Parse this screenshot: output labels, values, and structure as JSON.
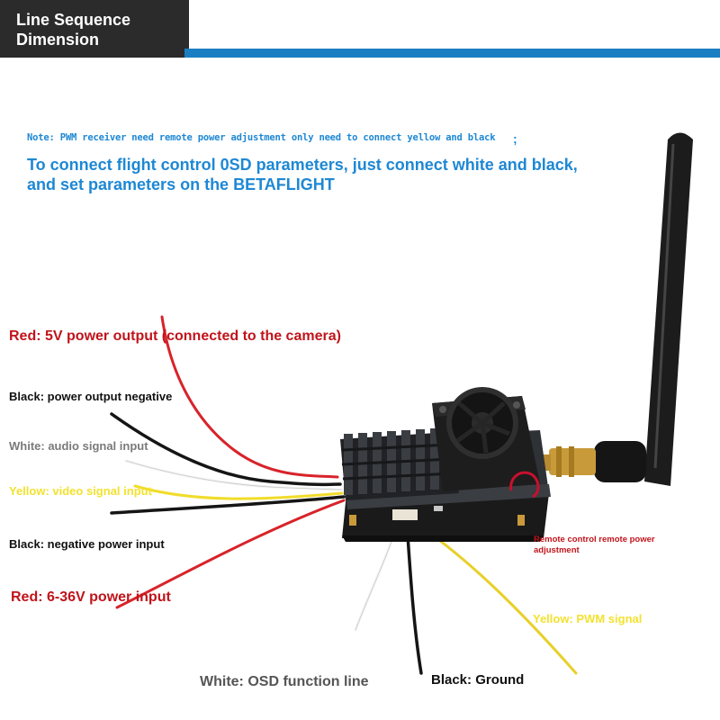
{
  "banner": {
    "title": "Line Sequence Dimension",
    "colors": {
      "dark": "#2b2b2b",
      "accent": "#1a7fc2"
    }
  },
  "notes": {
    "small": "Note: PWM receiver need remote power adjustment only need to connect yellow and black",
    "semicolon": ";",
    "big_line1": "To connect flight control 0SD parameters, just connect white and black,",
    "big_line2": "and set parameters on the BETAFLIGHT"
  },
  "labels": {
    "red_5v": "Red: 5V power output (connected to the camera)",
    "black_power_output": "Black: power output negative",
    "white_audio": "White: audio signal input",
    "yellow_video": "Yellow: video signal input",
    "black_negative_power": "Black: negative power input",
    "red_power_input": "Red: 6-36V power input",
    "remote_control": "Remote control remote power adjustment",
    "yellow_pwm": "Yellow: PWM signal",
    "white_osd": "White: OSD function line",
    "black_ground": "Black: Ground"
  },
  "icons": [
    "video-transmitter-module",
    "cooling-fan-icon",
    "heatsink-icon",
    "antenna-icon"
  ]
}
